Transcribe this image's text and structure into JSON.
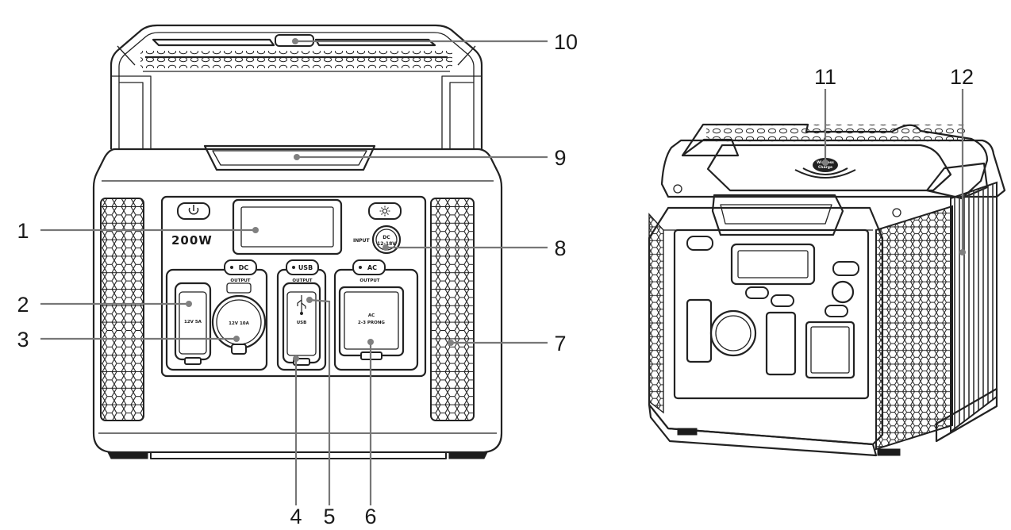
{
  "front_view": {
    "power_rating": "200W",
    "dc_output": {
      "badge": "DC",
      "section_label": "OUTPUT",
      "port_left": "12V 5A",
      "port_right": "12V 10A"
    },
    "usb_output": {
      "badge": "USB",
      "section_label": "OUTPUT",
      "port_label": "USB"
    },
    "ac_output": {
      "badge": "AC",
      "section_label": "OUTPUT",
      "port_label_line1": "AC",
      "port_label_line2": "2-3 PRONG"
    },
    "dc_input": {
      "section_label": "INPUT",
      "port_line1": "DC",
      "port_line2": "12-18V"
    }
  },
  "top_view": {
    "wireless_pad_line1": "Wireless",
    "wireless_pad_line2": "Charge"
  },
  "callouts": [
    {
      "number": "1"
    },
    {
      "number": "2"
    },
    {
      "number": "3"
    },
    {
      "number": "4"
    },
    {
      "number": "5"
    },
    {
      "number": "6"
    },
    {
      "number": "7"
    },
    {
      "number": "8"
    },
    {
      "number": "9"
    },
    {
      "number": "10"
    },
    {
      "number": "11"
    },
    {
      "number": "12"
    }
  ],
  "icons": [
    "power-icon",
    "light-icon",
    "usb-icon",
    "wireless-charge-icon"
  ],
  "colors": {
    "line": "#222222",
    "leader": "#777777",
    "background": "#ffffff"
  }
}
